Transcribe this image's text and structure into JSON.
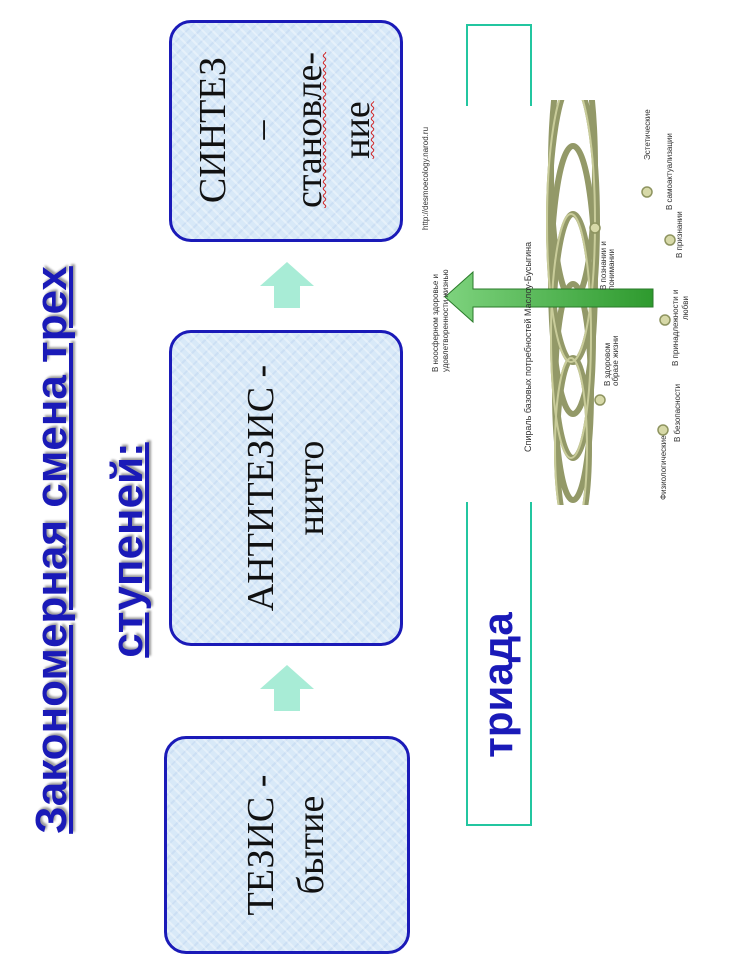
{
  "title": {
    "line1": "Закономерная смена трех",
    "line2": "ступеней:"
  },
  "boxes": {
    "thesis": {
      "line1": "ТЕЗИС -",
      "line2": "бытие"
    },
    "antithesis": {
      "line1": "АНТИТЕЗИС -",
      "line2": "ничто"
    },
    "synthesis": {
      "line1": "СИНТЕЗ",
      "line2": "–",
      "line3": "становле-",
      "line4": "ние"
    }
  },
  "triada": "триада",
  "spiral": {
    "url": "http://desmoecology.narod.ru",
    "top_label_line1": "В ноосферном здоровье и",
    "top_label_line2": "удовлетворенности жизнью",
    "axis_label": "Спираль базовых потребностей Маслоу-Бусыгина",
    "levels": [
      "Физиологические",
      "В безопасности",
      "В принадлежности и",
      "любви",
      "В признании",
      "В самоактуализации",
      "Эстетические",
      "В здоровом",
      "образе жизни",
      "В познании и",
      "понимании"
    ]
  },
  "colors": {
    "title": "#1a1ab8",
    "box_border": "#1a1ab8",
    "box_fill": "#d8e9f8",
    "up_arrow": "#a8ecd6",
    "frame": "#23c6a0",
    "spiral": "#8e9460",
    "spiral_arrow": "#3aa83a"
  }
}
